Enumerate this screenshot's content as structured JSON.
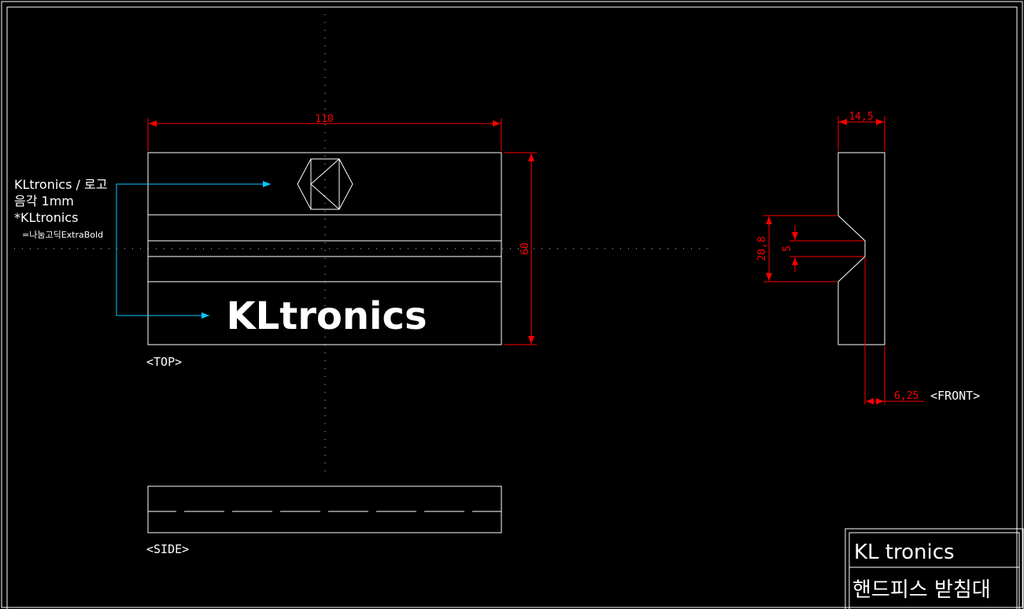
{
  "colors": {
    "background": "#000000",
    "outline": "#ffffff",
    "dimension": "#ff0000",
    "leader": "#00c8ff",
    "centerline": "#c8c8c8"
  },
  "annotations": {
    "note_line1": "KLtronics / 로고",
    "note_line2": "음각 1mm",
    "note_line3": "*KLtronics",
    "note_line4": "=나눔고딕ExtraBold",
    "logo_text": "KLtronics"
  },
  "dimensions": {
    "top_width": "110",
    "top_height": "60",
    "front_width": "14,5",
    "groove_height": "20,8",
    "groove_depth": "5",
    "offset": "6,25"
  },
  "views": {
    "top_label": "<TOP>",
    "front_label": "<FRONT>",
    "side_label": "<SIDE>"
  },
  "title_block": {
    "company": "KL tronics",
    "part_name": "핸드피스 받침대"
  }
}
